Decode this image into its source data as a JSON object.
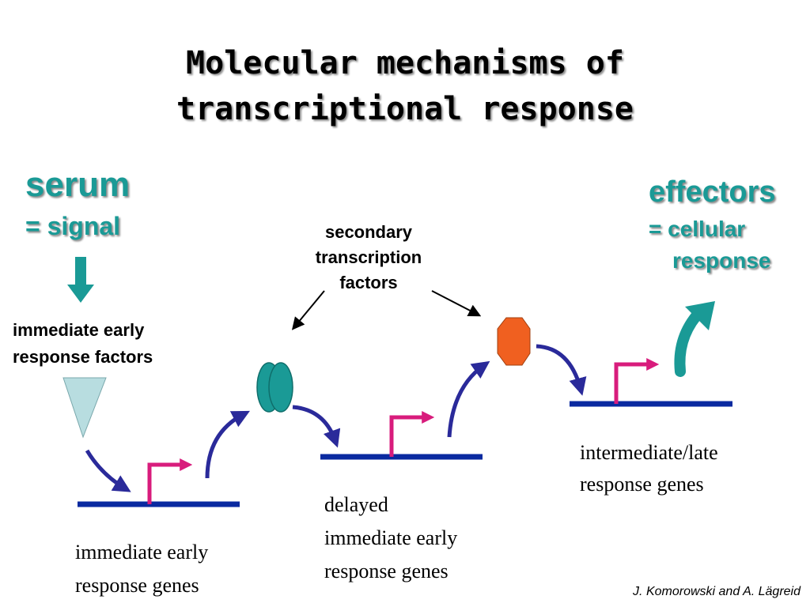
{
  "title": {
    "line1": "Molecular mechanisms of",
    "line2": "transcriptional response"
  },
  "signal": {
    "heading": "serum",
    "subheading": "= signal"
  },
  "effectors": {
    "heading": "effectors",
    "line1": "= cellular",
    "line2": "response"
  },
  "secondary_factors": {
    "line1": "secondary",
    "line2": "transcription",
    "line3": "factors"
  },
  "immediate_factors": {
    "line1": "immediate early",
    "line2": "response factors"
  },
  "gene_groups": [
    {
      "line1": "immediate early",
      "line2": "response genes"
    },
    {
      "line1": "delayed",
      "line2": "immediate early",
      "line3": "response genes"
    },
    {
      "line1": "intermediate/late",
      "line2": "response genes"
    }
  ],
  "credit": "J. Komorowski and A. Lägreid",
  "colors": {
    "teal": "#1a9a96",
    "dna_line": "#0a2aa0",
    "promoter": "#d81c7c",
    "curve_arrow": "#2a2a9a",
    "orange_factor": "#f06020",
    "triangle": "#b8dde0"
  }
}
